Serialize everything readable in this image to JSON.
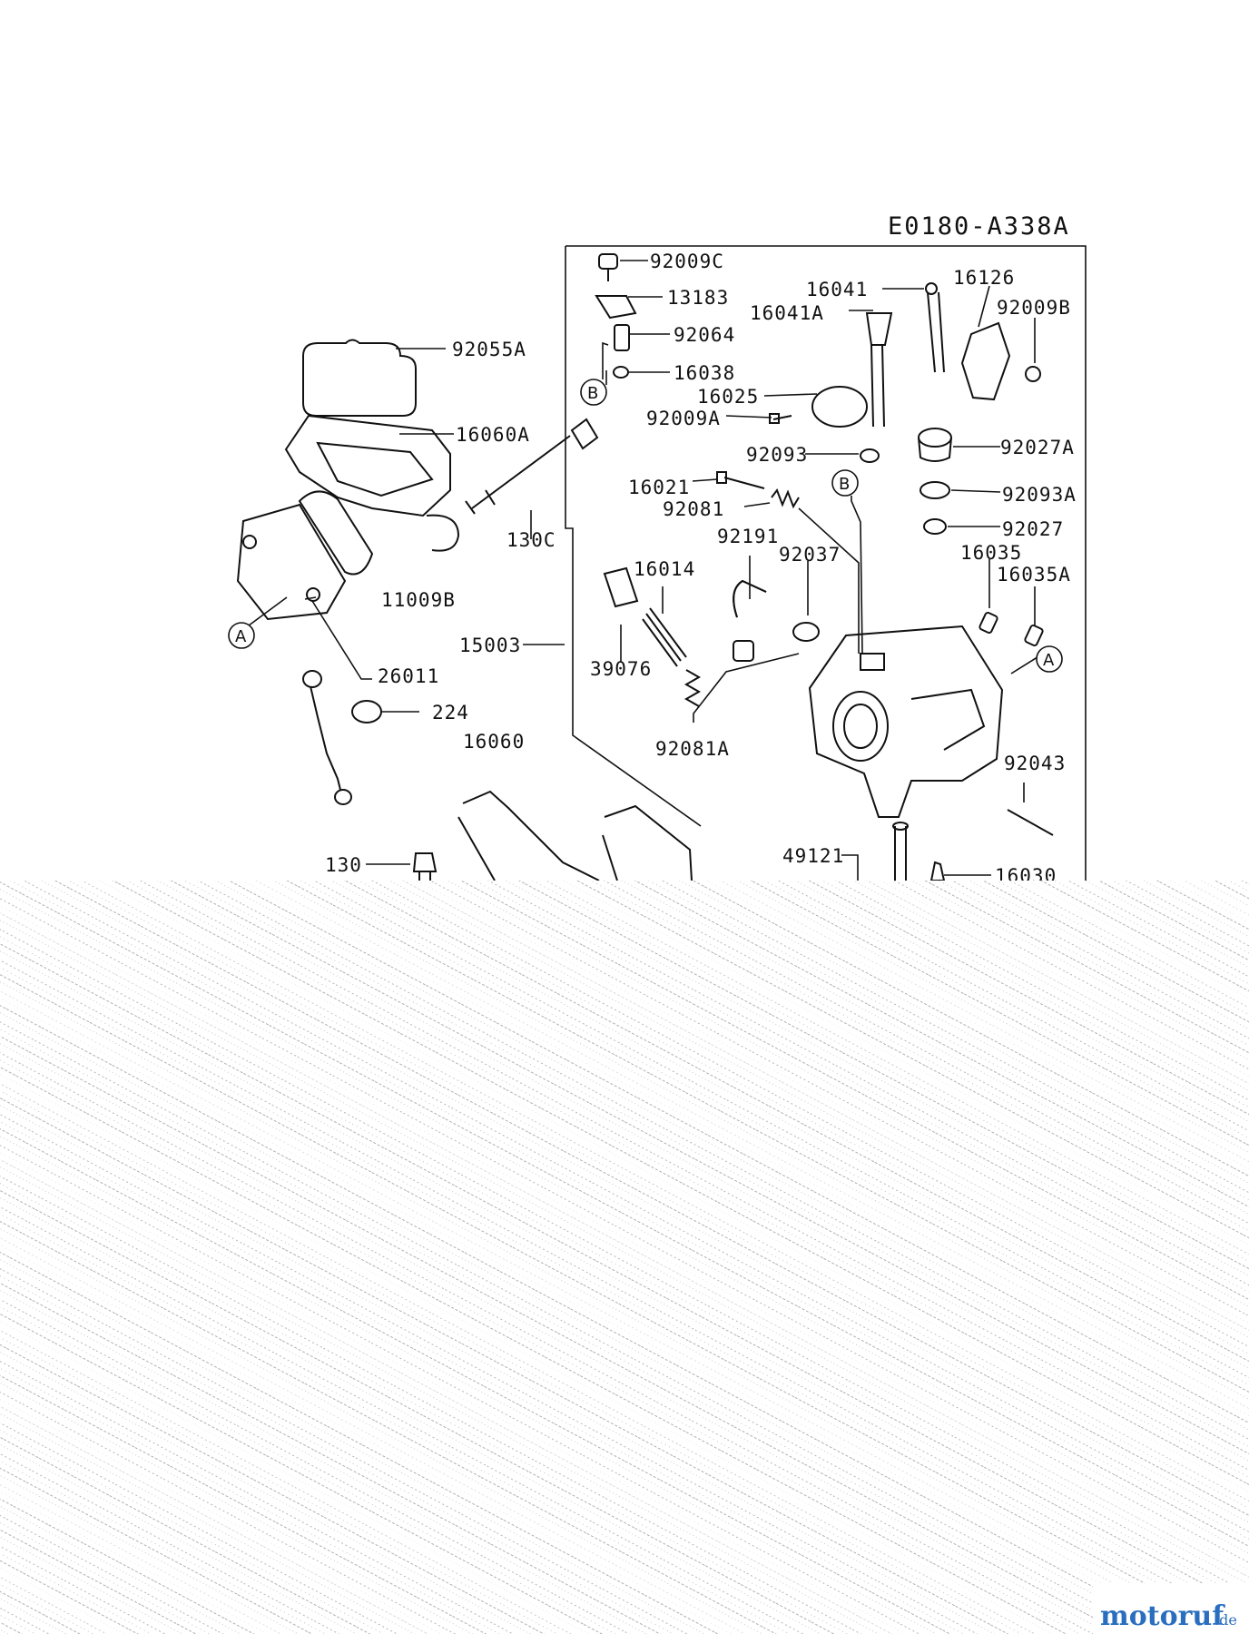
{
  "diagram": {
    "code": "E0180-A338A",
    "part_labels": [
      "92009C",
      "13183",
      "92064",
      "16038",
      "16041",
      "16126",
      "16041A",
      "92009B",
      "16025",
      "92009A",
      "92093",
      "92027A",
      "92055A",
      "16060A",
      "130C",
      "16021",
      "92081",
      "92093A",
      "92027",
      "92191",
      "92037",
      "16035",
      "16035A",
      "16014",
      "15003",
      "39076",
      "11009B",
      "26011",
      "224",
      "92081A",
      "16060",
      "92043",
      "49121",
      "130",
      "16030"
    ],
    "callouts": [
      "A",
      "B",
      "B",
      "A"
    ]
  },
  "watermark": {
    "brand": "motoruf",
    "suffix": ".de"
  },
  "colors": {
    "ink": "#111111",
    "background": "#ffffff",
    "noise": "#a8a8a8",
    "brand": "#2a6fbf"
  }
}
